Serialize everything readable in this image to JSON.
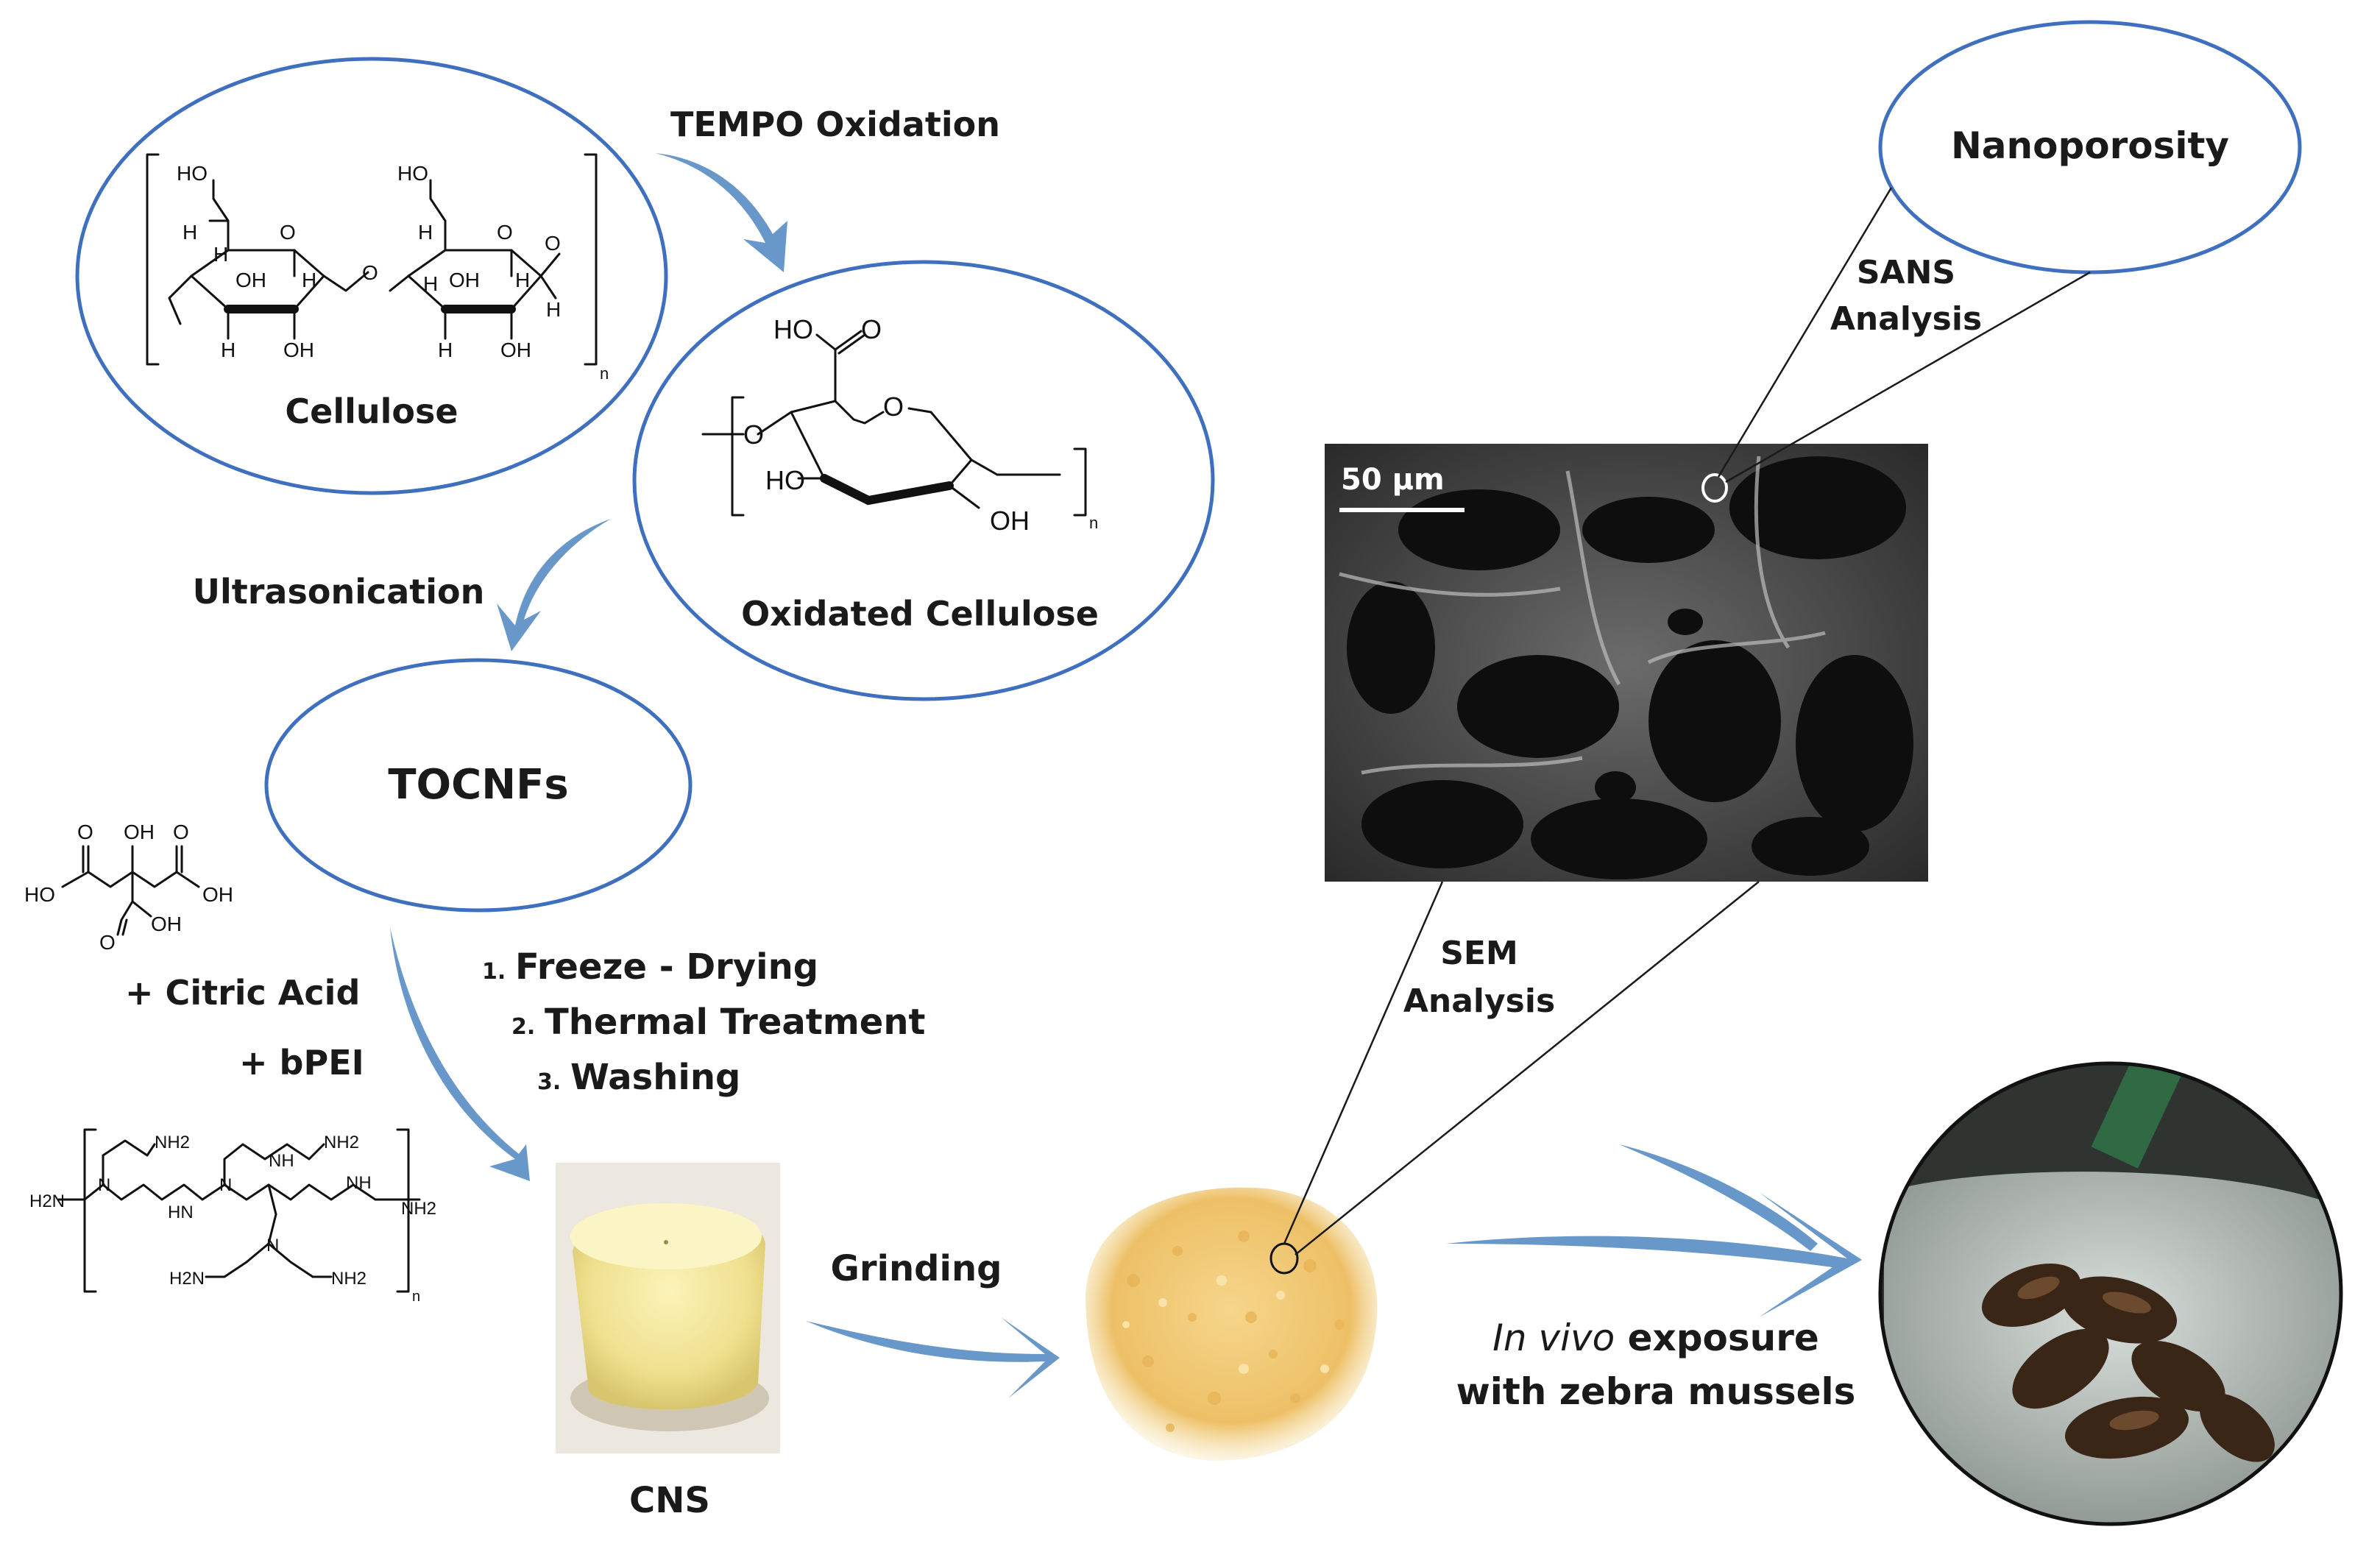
{
  "nodes": {
    "cellulose": "Cellulose",
    "oxidated_cellulose": "Oxidated Cellulose",
    "tocnfs": "TOCNFs",
    "nanoporosity": "Nanoporosity",
    "cns": "CNS"
  },
  "steps": {
    "tempo": "TEMPO Oxidation",
    "ultrasonication": "Ultrasonication",
    "step1_num": "1.",
    "step1": "Freeze - Drying",
    "step2_num": "2.",
    "step2": "Thermal Treatment",
    "step3_num": "3.",
    "step3": "Washing",
    "grinding": "Grinding",
    "citric_acid": "+ Citric Acid",
    "bpei": "+ bPEI"
  },
  "analysis": {
    "sans_line1": "SANS",
    "sans_line2": "Analysis",
    "sem_line1": "SEM",
    "sem_line2": "Analysis",
    "scale_bar": "50 μm"
  },
  "exposure": {
    "italic": "In vivo",
    "rest": " exposure",
    "line2": "with zebra mussels"
  },
  "chem_labels": {
    "ho": "HO",
    "oh": "OH",
    "h": "H",
    "o": "O",
    "n": "n",
    "nh2": "NH2",
    "h2n": "H2N",
    "hn": "HN",
    "nh": "NH",
    "n_atom": "N"
  },
  "colors": {
    "oval_stroke": "#3f6fbf",
    "arrow": "#5b8fc4",
    "sponge": "#f2e49a",
    "powder": "#f0c873"
  }
}
